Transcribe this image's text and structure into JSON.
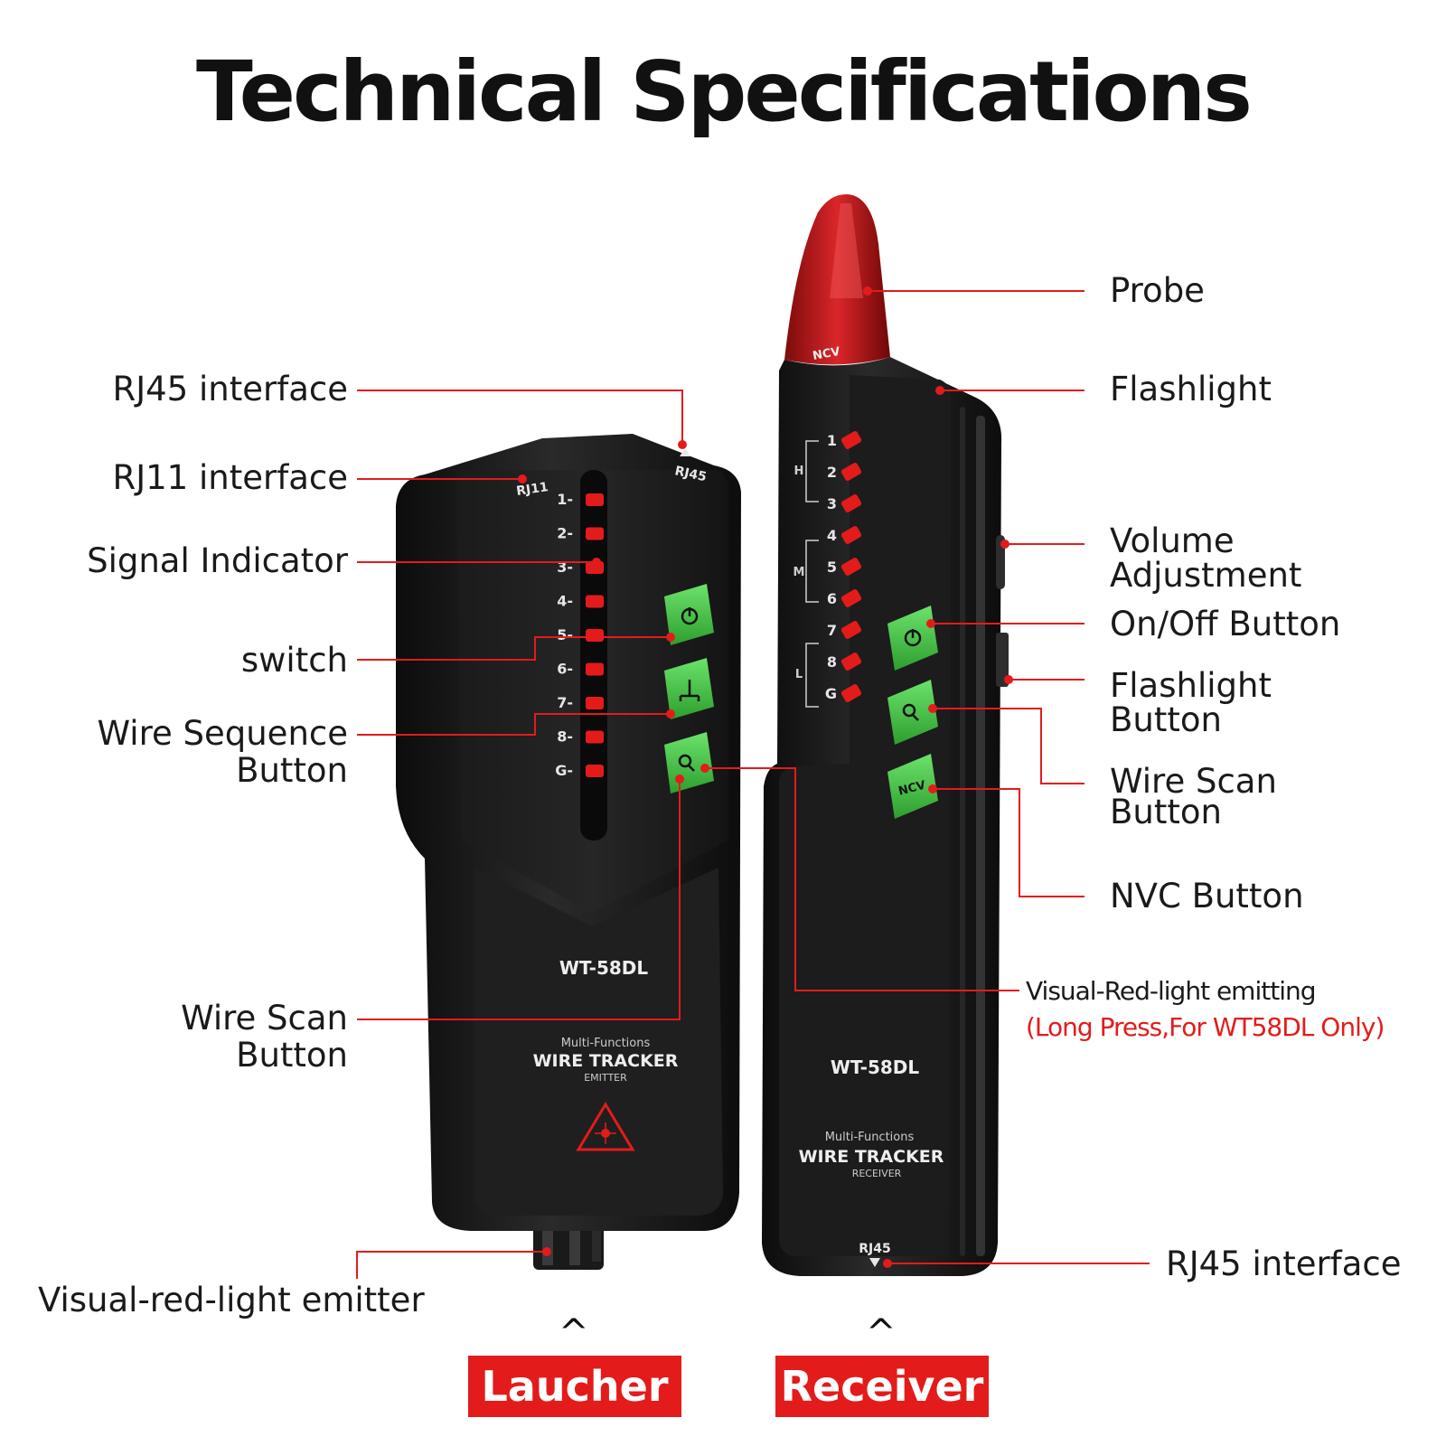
{
  "title": "Technical Specifications",
  "left_labels": {
    "rj45": "RJ45 interface",
    "rj11": "RJ11 interface",
    "signal": "Signal Indicator",
    "switch": "switch",
    "wire_seq_1": "Wire Sequence",
    "wire_seq_2": "Button",
    "wire_scan_1": "Wire Scan",
    "wire_scan_2": "Button",
    "vrl_emitter": "Visual-red-light emitter"
  },
  "right_labels": {
    "probe": "Probe",
    "flashlight": "Flashlight",
    "volume_1": "Volume",
    "volume_2": "Adjustment",
    "onoff": "On/Off Button",
    "flash_btn_1": "Flashlight",
    "flash_btn_2": "Button",
    "wire_scan_1": "Wire Scan",
    "wire_scan_2": "Button",
    "nvc": "NVC Button",
    "vrl_1": "Visual-Red-light emitting",
    "vrl_2": "(Long Press,For WT58DL Only)",
    "rj45_bottom": "RJ45 interface"
  },
  "emitter": {
    "port_rj11": "RJ11",
    "port_rj45": "RJ45",
    "leds": [
      "1",
      "2",
      "3",
      "4",
      "5",
      "6",
      "7",
      "8",
      "G"
    ],
    "model": "WT-58DL",
    "sub": "Multi-Functions",
    "name": "WIRE TRACKER",
    "role": "EMITTER"
  },
  "receiver": {
    "probe_tag": "NCV",
    "leds": [
      "1",
      "2",
      "3",
      "4",
      "5",
      "6",
      "7",
      "8",
      "G"
    ],
    "groups": [
      "H",
      "M",
      "L"
    ],
    "ncv_btn": "NCV",
    "model": "WT-58DL",
    "sub": "Multi-Functions",
    "name": "WIRE TRACKER",
    "role": "RECEIVER",
    "port": "RJ45"
  },
  "bottom": {
    "caret": "^",
    "launcher": "Laucher",
    "receiver": "Receiver"
  },
  "colors": {
    "accent_red": "#e41b1b",
    "button_green": "#3dbb3d",
    "body_black": "#151515"
  }
}
